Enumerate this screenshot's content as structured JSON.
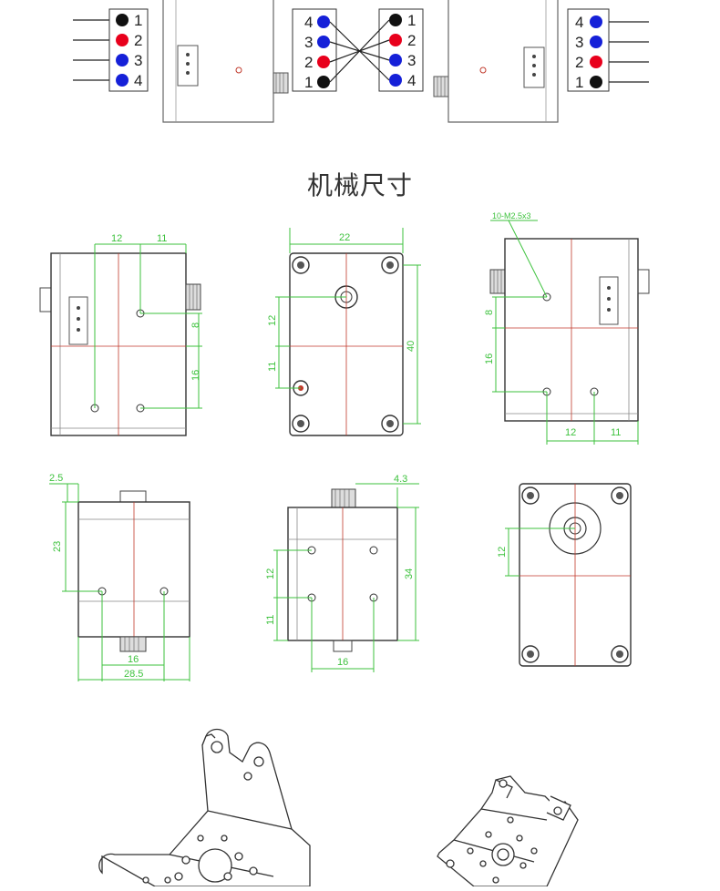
{
  "section_title": "机械尺寸",
  "pin_colors": {
    "1": "#111111",
    "2": "#e8001c",
    "3": "#1520d8",
    "4": "#1520d8"
  },
  "pinouts": [
    {
      "id": "a",
      "labels": [
        "1",
        "2",
        "3",
        "4"
      ]
    },
    {
      "id": "b-left",
      "labels": [
        "4",
        "3",
        "2",
        "1"
      ]
    },
    {
      "id": "b-right",
      "labels": [
        "1",
        "2",
        "3",
        "4"
      ]
    },
    {
      "id": "c",
      "labels": [
        "4",
        "3",
        "2",
        "1"
      ]
    }
  ],
  "dimensions": {
    "side_left": {
      "top_a": "12",
      "top_b": "11",
      "right_a": "8",
      "right_b": "16"
    },
    "front": {
      "top": "22",
      "right": "40",
      "left_a": "12",
      "left_b": "11"
    },
    "side_right": {
      "note": "10-M2.5x3",
      "left_a": "8",
      "left_b": "16",
      "bottom_a": "12",
      "bottom_b": "11"
    },
    "top_view": {
      "offset": "2.5",
      "height": "23",
      "bottom_a": "16",
      "bottom_b": "28.5"
    },
    "bottom_view": {
      "offset": "4.3",
      "left_a": "12",
      "left_b": "11",
      "right": "34",
      "bottom": "16"
    },
    "back_view": {
      "left": "12"
    }
  },
  "colors": {
    "dimension": "#3ec23e",
    "center": "#c0392b",
    "outline": "#333333",
    "pcb_outline": "#555555"
  }
}
